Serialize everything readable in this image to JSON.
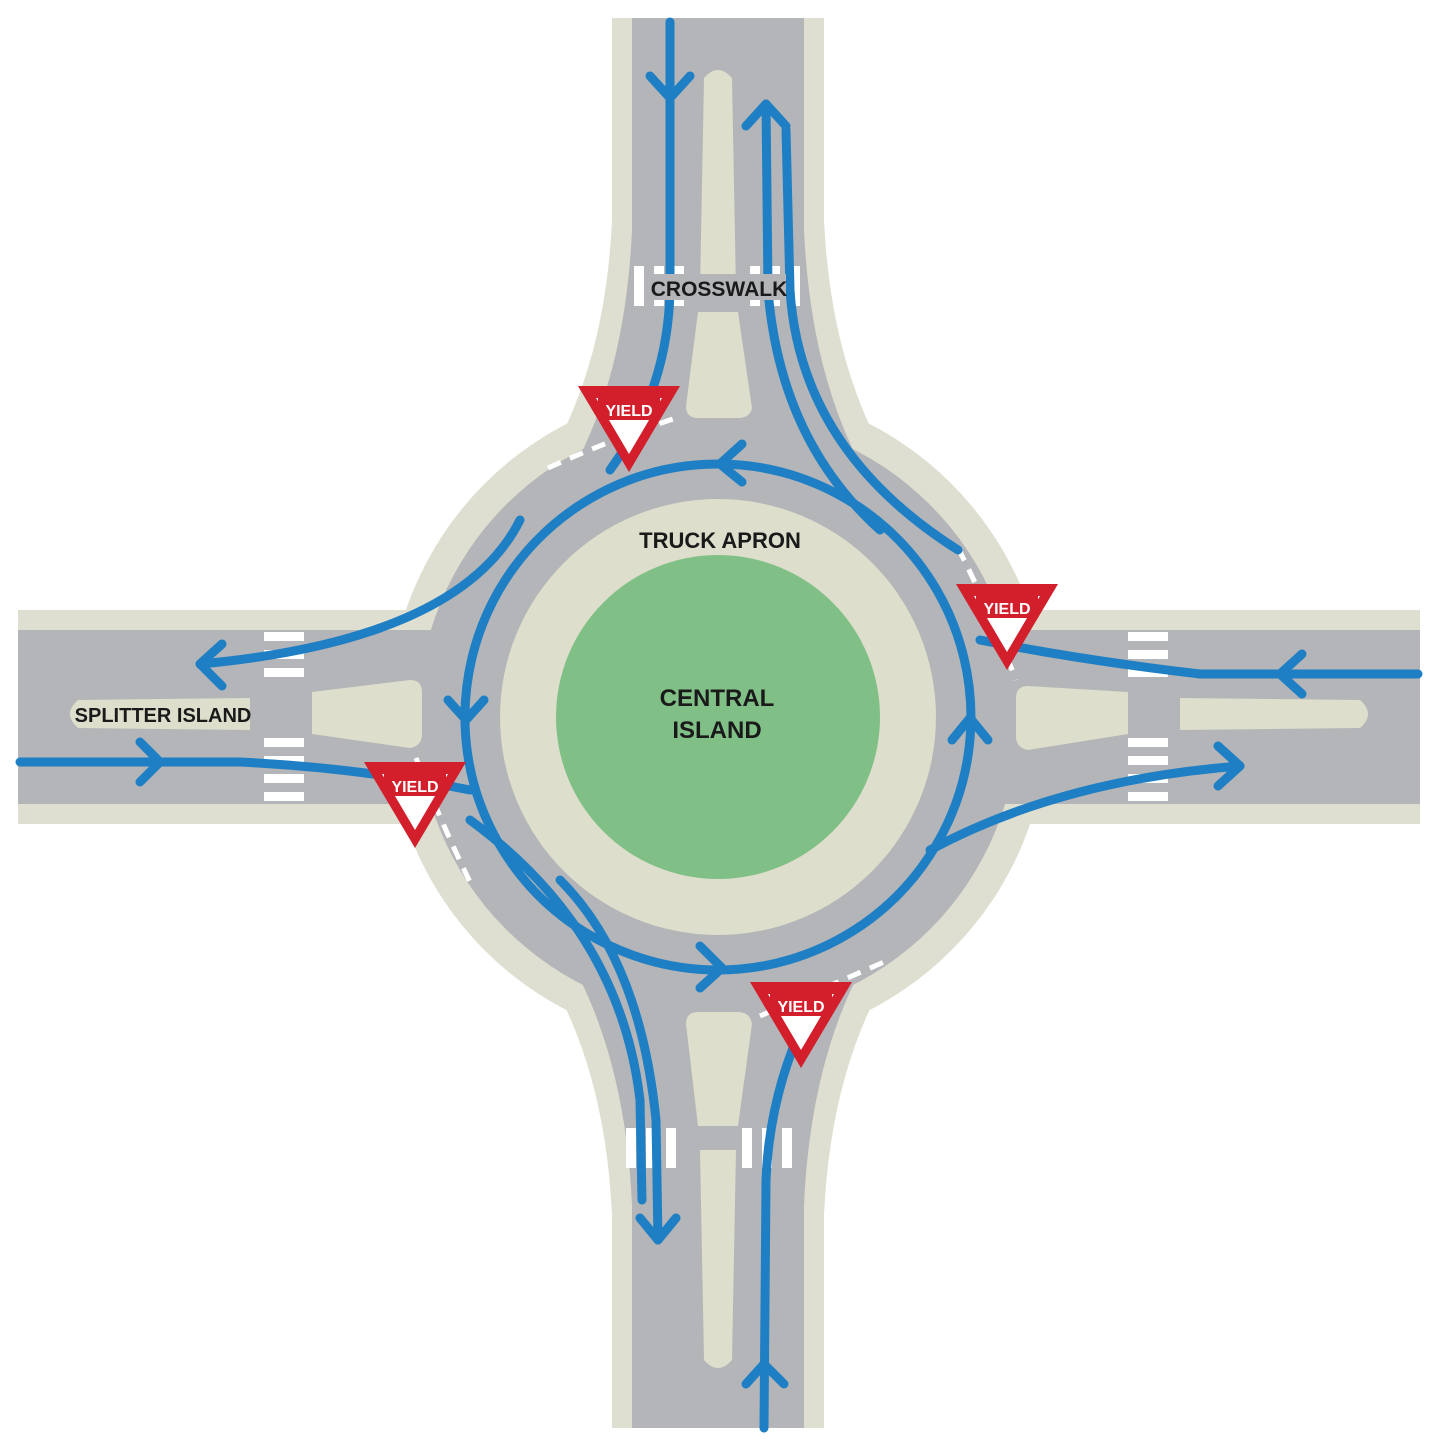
{
  "labels": {
    "crosswalk": "CROSSWALK",
    "truck_apron": "TRUCK APRON",
    "central_island_line1": "CENTRAL",
    "central_island_line2": "ISLAND",
    "splitter_island": "SPLITTER ISLAND"
  },
  "yield_signs": [
    {
      "text": "YIELD"
    },
    {
      "text": "YIELD"
    },
    {
      "text": "YIELD"
    },
    {
      "text": "YIELD"
    }
  ],
  "colors": {
    "road": "#b3b5b8",
    "curb": "#dedfd0",
    "island": "#dddecb",
    "central_island": "#80c087",
    "flow_arrow": "#1f7fc4",
    "yield_red": "#d21f2b",
    "crosswalk_stripe": "#ffffff"
  },
  "icons": [
    "yield-sign-icon",
    "flow-arrow-icon"
  ]
}
